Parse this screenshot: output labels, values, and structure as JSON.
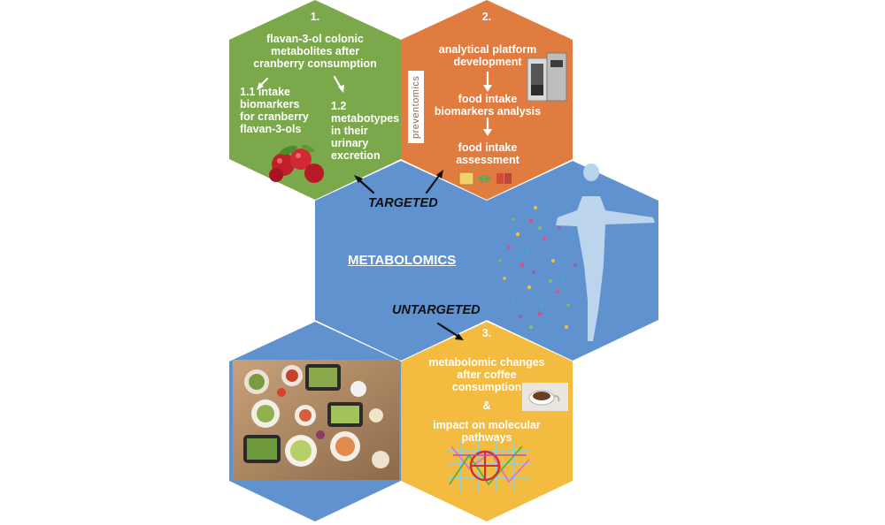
{
  "colors": {
    "green_hex": "#7aa84a",
    "orange_hex": "#e07c3f",
    "blue_hex": "#5f92ce",
    "yellow_hex": "#f3bb3f",
    "arrow": "#111111"
  },
  "hex1": {
    "number": "1.",
    "title_lines": [
      "flavan-3-ol colonic",
      "metabolites after",
      "cranberry consumption"
    ],
    "sub1_lines": [
      "1.1 intake",
      "biomarkers",
      "for cranberry",
      "flavan-3-ols"
    ],
    "sub2_lines": [
      "1.2",
      "metabotypes",
      "in their",
      "urinary",
      "excretion"
    ],
    "image": "cranberries"
  },
  "hex2": {
    "number": "2.",
    "step1_lines": [
      "analytical platform",
      "development"
    ],
    "step2_lines": [
      "food intake",
      "biomarkers analysis"
    ],
    "step3_lines": [
      "food intake",
      "assessment"
    ],
    "brand": "preventomics",
    "images": [
      "mass-spectrometer",
      "food-icons"
    ]
  },
  "center": {
    "title": "METABOLOMICS",
    "targeted": "TARGETED",
    "untargeted": "UNTARGETED"
  },
  "hex3": {
    "number": "3.",
    "lines_a": [
      "metabolomic changes",
      "after coffee",
      "consumption"
    ],
    "amp": "&",
    "lines_b": [
      "impact on molecular",
      "pathways"
    ],
    "images": [
      "coffee-cup",
      "pathway-map"
    ]
  },
  "left_hex": {
    "image": "food-table"
  },
  "right_hex": {
    "image": "human-silhouette-dots"
  }
}
